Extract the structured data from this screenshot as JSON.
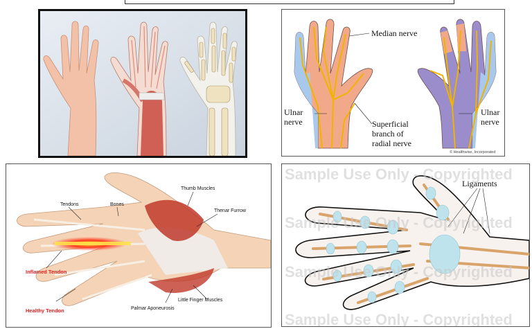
{
  "panel_top_right": {
    "median_nerve": "Median nerve",
    "ulnar_left_1": "Ulnar",
    "ulnar_left_2": "nerve",
    "superficial_1": "Superficial",
    "superficial_2": "branch of",
    "superficial_3": "radial nerve",
    "ulnar_right_1": "Ulnar",
    "ulnar_right_2": "nerve",
    "copyright": "© Healthwise, Incorporated"
  },
  "panel_bottom_left": {
    "tendons": "Tendons",
    "bones": "Bones",
    "thumb_muscles": "Thumb Muscles",
    "thenar_furrow": "Thenar Furrow",
    "inflamed_tendon": "Inflamed Tendon",
    "healthy_tendon": "Healthy Tendon",
    "palmar_aponeurosis": "Palmar Aponeurosis",
    "little_finger_muscles": "Little Finger Muscles"
  },
  "panel_bottom_right": {
    "ligaments": "Ligaments",
    "watermark": "Sample Use Only - Copyrighted"
  },
  "colors": {
    "nerve": "#f0b400",
    "skin": "#f2a98a",
    "ulnar_zone": "#a9c9ec",
    "radial_zone": "#9b8ccc",
    "muscle": "#c0392b",
    "inflamed": "#ff3b1f",
    "ligament": "#bfe3ec",
    "bone": "#e8b27a"
  }
}
